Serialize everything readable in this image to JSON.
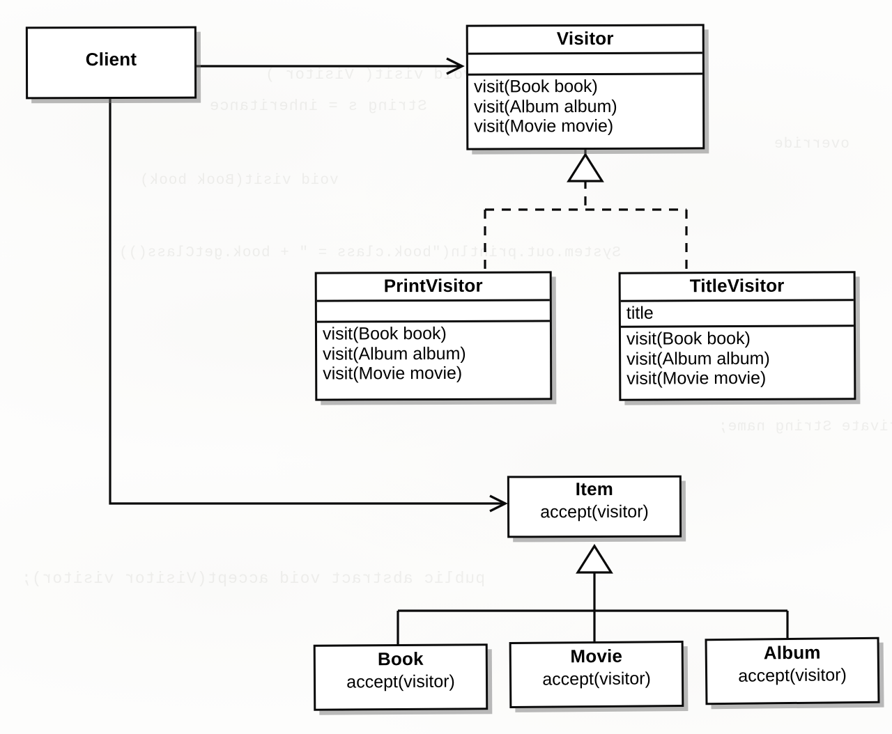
{
  "diagram": {
    "title": "Visitor Pattern Class Diagram",
    "notation": "UML",
    "ink_color": "#0a0a0a",
    "paper_color": "#fdfdfc",
    "shadow_color": "#6e6e6e"
  },
  "classes": {
    "client": {
      "name": "Client",
      "attributes": [],
      "operations": []
    },
    "visitor": {
      "name": "Visitor",
      "attributes": [],
      "operations": [
        "visit(Book book)",
        "visit(Album album)",
        "visit(Movie movie)"
      ]
    },
    "print_visitor": {
      "name": "PrintVisitor",
      "attributes": [],
      "operations": [
        "visit(Book book)",
        "visit(Album album)",
        "visit(Movie movie)"
      ]
    },
    "title_visitor": {
      "name": "TitleVisitor",
      "attributes": [
        "title"
      ],
      "operations": [
        "visit(Book book)",
        "visit(Album album)",
        "visit(Movie movie)"
      ]
    },
    "item": {
      "name": "Item",
      "body": "accept(visitor)"
    },
    "book": {
      "name": "Book",
      "body": "accept(visitor)"
    },
    "movie": {
      "name": "Movie",
      "body": "accept(visitor)"
    },
    "album": {
      "name": "Album",
      "body": "accept(visitor)"
    }
  },
  "relationships": [
    {
      "id": "client-to-visitor",
      "from": "Client",
      "to": "Visitor",
      "type": "association",
      "line": "solid",
      "head": "open-arrow"
    },
    {
      "id": "client-to-item",
      "from": "Client",
      "to": "Item",
      "type": "association",
      "line": "solid",
      "head": "open-arrow"
    },
    {
      "id": "printvisitor-to-visitor",
      "from": "PrintVisitor",
      "to": "Visitor",
      "type": "realization",
      "line": "dashed",
      "head": "hollow-triangle"
    },
    {
      "id": "titlevisitor-to-visitor",
      "from": "TitleVisitor",
      "to": "Visitor",
      "type": "realization",
      "line": "dashed",
      "head": "hollow-triangle"
    },
    {
      "id": "book-to-item",
      "from": "Book",
      "to": "Item",
      "type": "generalization",
      "line": "solid",
      "head": "hollow-triangle"
    },
    {
      "id": "movie-to-item",
      "from": "Movie",
      "to": "Item",
      "type": "generalization",
      "line": "solid",
      "head": "hollow-triangle"
    },
    {
      "id": "album-to-item",
      "from": "Album",
      "to": "Item",
      "type": "generalization",
      "line": "solid",
      "head": "hollow-triangle"
    }
  ],
  "bleed_through": [
    "public void visit( Visitor )",
    "String s = inheritance",
    "override",
    "void visit(Book book)",
    "System.out.println(\"book.class = \" + book.getClass())",
    "private String name;",
    "public abstract void accept(Visitor visitor);"
  ]
}
